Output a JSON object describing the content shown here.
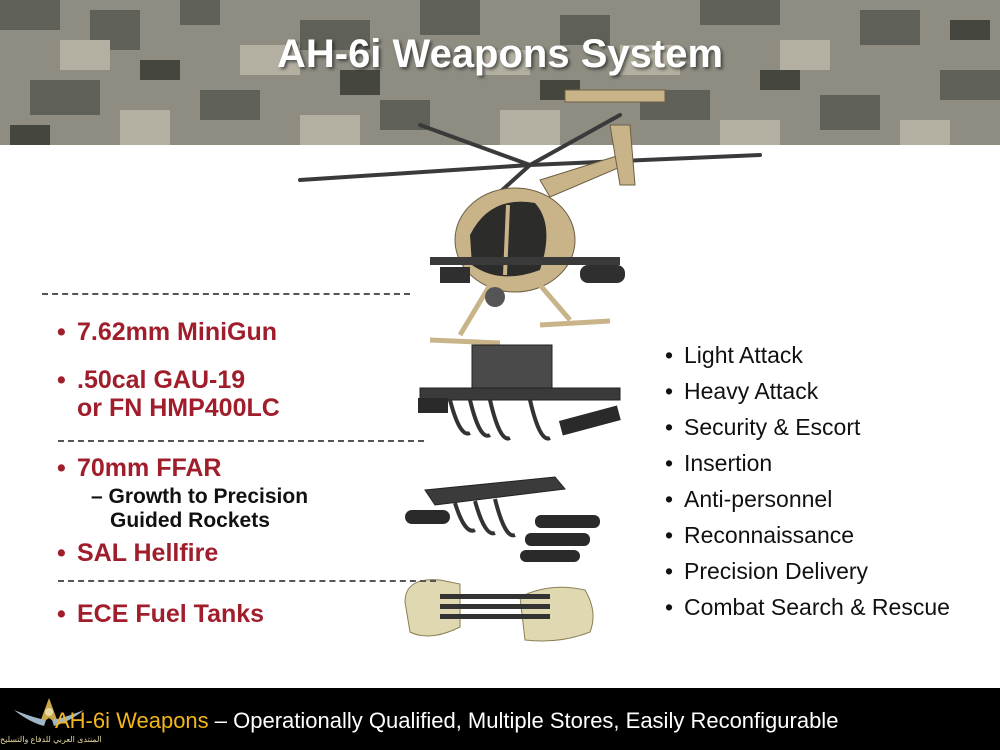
{
  "title": "AH-6i Weapons System",
  "left_list": {
    "minigun": "7.62mm MiniGun",
    "gau19_line1": ".50cal GAU-19",
    "gau19_line2": "or FN HMP400LC",
    "ffar": "70mm FFAR",
    "ffar_sub_line1": "Growth to Precision",
    "ffar_sub_line2": "Guided Rockets",
    "hellfire": "SAL Hellfire",
    "fuel": "ECE Fuel Tanks"
  },
  "right_list": [
    "Light Attack",
    "Heavy Attack",
    "Security & Escort",
    "Insertion",
    "Anti-personnel",
    "Reconnaissance",
    "Precision Delivery",
    "Combat Search & Rescue"
  ],
  "footer": {
    "highlight": "AH-6i Weapons",
    "rest": " – Operationally Qualified, Multiple Stores, Easily Reconfigurable",
    "logo_caption": "المنتدى العربي للدفاع والتسليح"
  },
  "colors": {
    "bullet_red": "#a01d2b",
    "footer_highlight": "#f2b51c",
    "helicopter_tan": "#c9b48a"
  },
  "icons": [
    "helicopter-image",
    "minigun-pod-image",
    "rocket-launcher-image",
    "fuel-tanks-image",
    "forum-logo-icon"
  ]
}
